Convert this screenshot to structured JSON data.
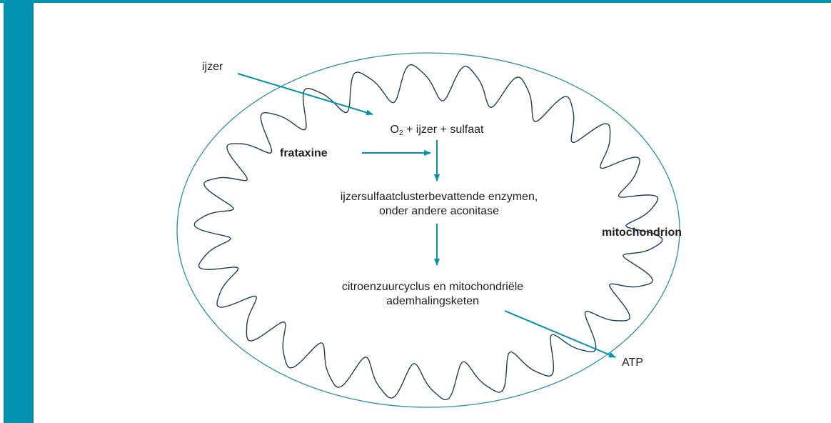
{
  "colors": {
    "accent": "#0092b0",
    "outline": "#2e8fa6",
    "membrane": "#1f3f55",
    "text": "#1f1f1f"
  },
  "labels": {
    "iron_input": "ijzer",
    "reactants_o": "O",
    "reactants_sub": "2",
    "reactants_rest": " + ijzer + sulfaat",
    "frataxin": "frataxine",
    "enzymes_line1": "ijzersulfaatclusterbevattende enzymen,",
    "enzymes_line2": "onder andere aconitase",
    "cycle_line1": "citroenzuurcyclus en mitochondriële",
    "cycle_line2": "ademhalingsketen",
    "organelle": "mitochondrion",
    "output": "ATP"
  }
}
